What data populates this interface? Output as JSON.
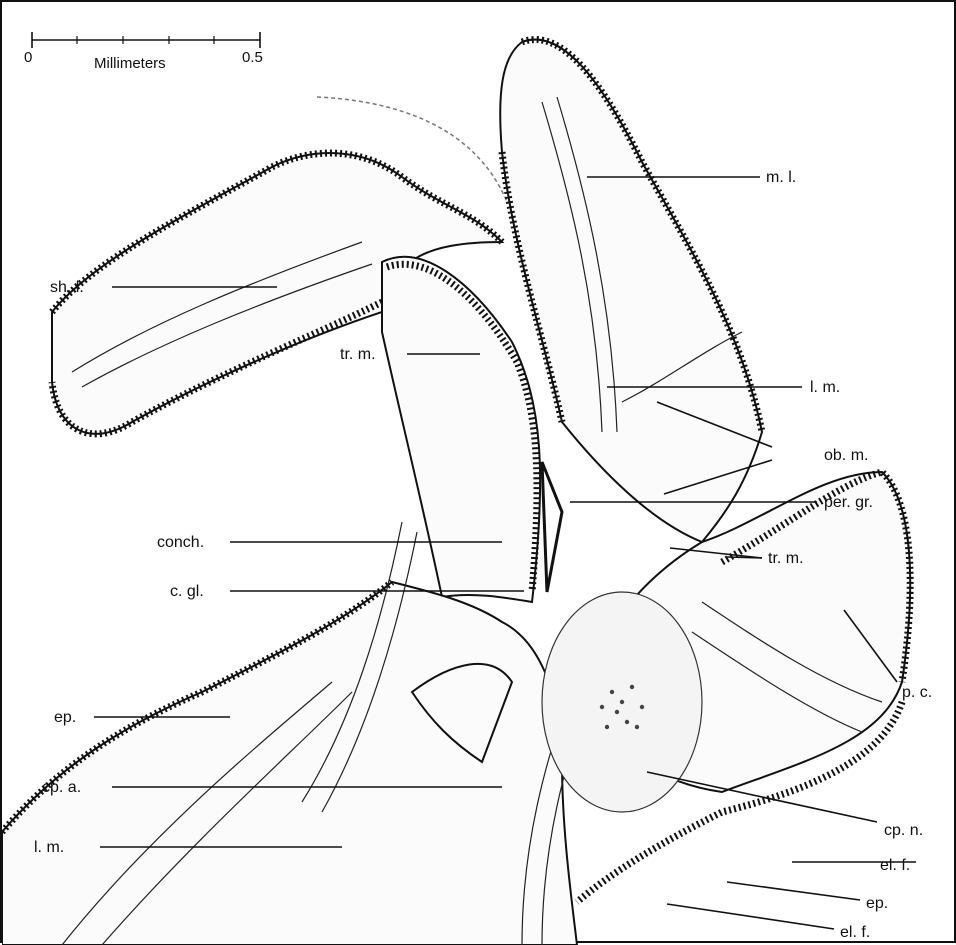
{
  "scale_bar": {
    "min": "0",
    "max": "0.5",
    "unit": "Millimeters"
  },
  "labels": [
    {
      "id": "m-l",
      "text": "m. l."
    },
    {
      "id": "sh-l",
      "text": "sh. l."
    },
    {
      "id": "tr-m-upper",
      "text": "tr. m."
    },
    {
      "id": "l-m-right",
      "text": "l. m."
    },
    {
      "id": "ob-m",
      "text": "ob. m."
    },
    {
      "id": "per-gr",
      "text": "per. gr."
    },
    {
      "id": "conch",
      "text": "conch."
    },
    {
      "id": "tr-m-right",
      "text": "tr. m."
    },
    {
      "id": "c-gl",
      "text": "c. gl."
    },
    {
      "id": "ep-left",
      "text": "ep."
    },
    {
      "id": "p-c",
      "text": "p. c."
    },
    {
      "id": "cp-a",
      "text": "cp. a."
    },
    {
      "id": "cp-n",
      "text": "cp. n."
    },
    {
      "id": "l-m-left",
      "text": "l. m."
    },
    {
      "id": "el-f-upper",
      "text": "el. f."
    },
    {
      "id": "ep-right",
      "text": "ep."
    },
    {
      "id": "el-f-lower",
      "text": "el. f."
    }
  ]
}
